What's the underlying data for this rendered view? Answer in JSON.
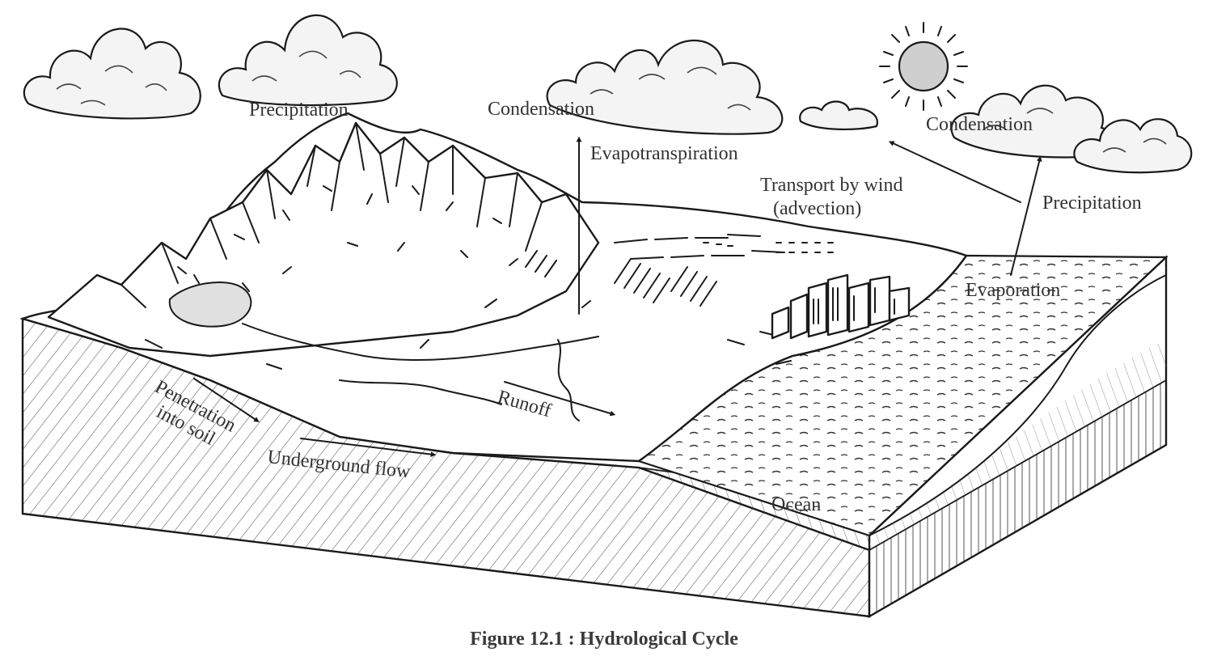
{
  "labels": {
    "precipitation_left": "Precipitation",
    "condensation_center": "Condensation",
    "evapotranspiration": "Evapotranspiration",
    "condensation_right": "Condensation",
    "transport_line1": "Transport by wind",
    "transport_line2": "(advection)",
    "precipitation_right": "Precipitation",
    "evaporation": "Evaporation",
    "penetration_line1": "Penetration",
    "penetration_line2": "into soil",
    "runoff": "Runoff",
    "underground_flow": "Underground flow",
    "ocean": "Ocean"
  },
  "caption": "Figure 12.1 : Hydrological Cycle",
  "colors": {
    "ink": "#1a1a1a",
    "text": "#333333",
    "paper": "#ffffff"
  },
  "icons": [
    "cloud-icon",
    "sun-icon",
    "arrow-icon",
    "city-icon"
  ]
}
